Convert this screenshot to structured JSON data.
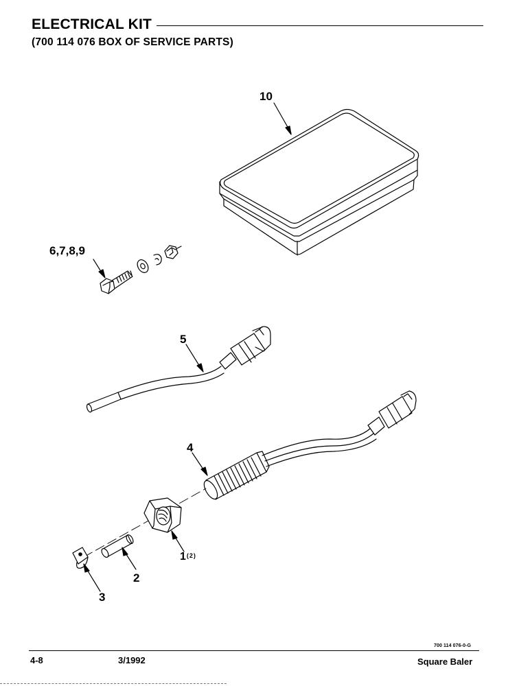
{
  "header": {
    "title": "ELECTRICAL KIT",
    "subtitle": "(700 114 076 BOX OF SERVICE PARTS)"
  },
  "callouts": {
    "box": "10",
    "hardware": "6,7,8,9",
    "sensor_lead": "5",
    "sensor": "4",
    "nut": "1",
    "nut_qty": "(2)",
    "sleeve": "2",
    "clip": "3"
  },
  "drawing_number": "700 114 076-0-G",
  "footer": {
    "page": "4-8",
    "date": "3/1992",
    "product": "Square Baler"
  }
}
